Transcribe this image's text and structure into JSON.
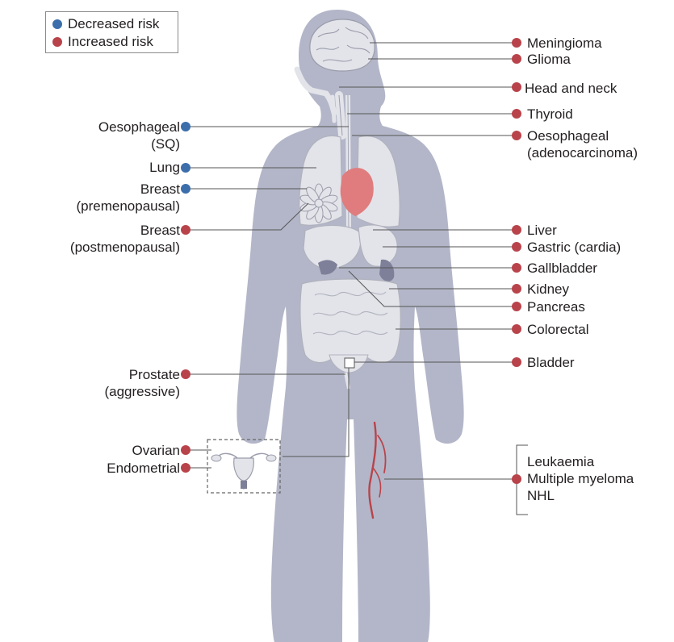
{
  "colors": {
    "decreased": "#3b6eab",
    "increased": "#b9434a",
    "body": "#b3b6c8",
    "organ": "#e3e4ea",
    "organ_stroke": "#b0b2bd",
    "heart": "#e07c7d",
    "leader": "#555555"
  },
  "legend": {
    "decreased": "Decreased risk",
    "increased": "Increased risk"
  },
  "left_labels": [
    {
      "id": "oesophageal-sq",
      "lines": [
        "Oesophageal",
        "(SQ)"
      ],
      "risk": "decreased"
    },
    {
      "id": "lung",
      "lines": [
        "Lung"
      ],
      "risk": "decreased"
    },
    {
      "id": "breast-pre",
      "lines": [
        "Breast",
        "(premenopausal)"
      ],
      "risk": "decreased"
    },
    {
      "id": "breast-post",
      "lines": [
        "Breast",
        "(postmenopausal)"
      ],
      "risk": "increased"
    },
    {
      "id": "prostate",
      "lines": [
        "Prostate",
        "(aggressive)"
      ],
      "risk": "increased"
    },
    {
      "id": "ovarian",
      "lines": [
        "Ovarian"
      ],
      "risk": "increased"
    },
    {
      "id": "endometrial",
      "lines": [
        "Endometrial"
      ],
      "risk": "increased"
    }
  ],
  "right_labels": [
    {
      "id": "meningioma",
      "lines": [
        "Meningioma"
      ],
      "risk": "increased"
    },
    {
      "id": "glioma",
      "lines": [
        "Glioma"
      ],
      "risk": "increased"
    },
    {
      "id": "head-neck",
      "lines": [
        "Head and neck"
      ],
      "risk": "increased"
    },
    {
      "id": "thyroid",
      "lines": [
        "Thyroid"
      ],
      "risk": "increased"
    },
    {
      "id": "oesophageal-adeno",
      "lines": [
        "Oesophageal",
        "(adenocarcinoma)"
      ],
      "risk": "increased"
    },
    {
      "id": "liver",
      "lines": [
        "Liver"
      ],
      "risk": "increased"
    },
    {
      "id": "gastric",
      "lines": [
        "Gastric (cardia)"
      ],
      "risk": "increased"
    },
    {
      "id": "gallbladder",
      "lines": [
        "Gallbladder"
      ],
      "risk": "increased"
    },
    {
      "id": "kidney",
      "lines": [
        "Kidney"
      ],
      "risk": "increased"
    },
    {
      "id": "pancreas",
      "lines": [
        "Pancreas"
      ],
      "risk": "increased"
    },
    {
      "id": "colorectal",
      "lines": [
        "Colorectal"
      ],
      "risk": "increased"
    },
    {
      "id": "bladder",
      "lines": [
        "Bladder"
      ],
      "risk": "increased"
    },
    {
      "id": "blood",
      "lines": [
        "Leukaemia",
        "Multiple myeloma",
        "NHL"
      ],
      "risk": "increased"
    }
  ]
}
